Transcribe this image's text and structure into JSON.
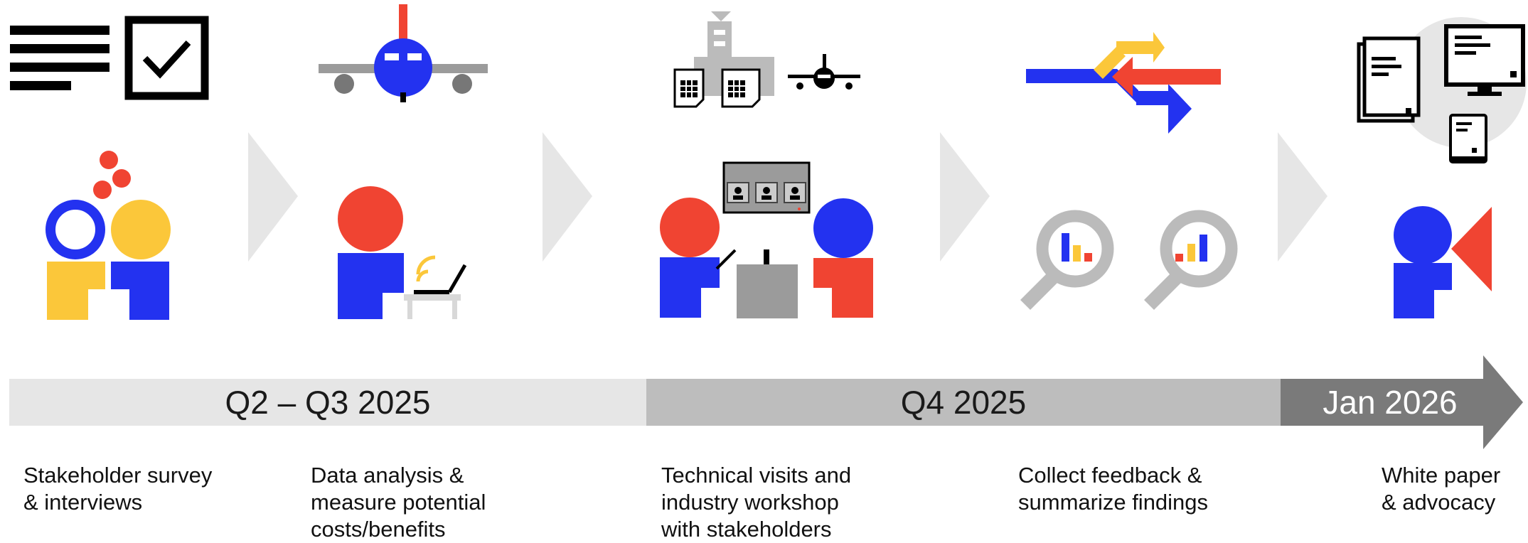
{
  "timeline": {
    "phases": [
      {
        "label": "Q2 – Q3 2025",
        "color": "#e6e6e6"
      },
      {
        "label": "Q4 2025",
        "color": "#bdbdbd"
      },
      {
        "label": "Jan 2026",
        "color": "#7a7a7a"
      }
    ]
  },
  "steps": [
    {
      "lines": [
        "Stakeholder survey",
        "& interviews"
      ],
      "icon": "survey-checklist-icon"
    },
    {
      "lines": [
        "Data analysis &",
        "measure potential",
        "costs/benefits"
      ],
      "icon": "airplane-data-icon"
    },
    {
      "lines": [
        "Technical visits and",
        "industry workshop",
        "with stakeholders"
      ],
      "icon": "workshop-visit-icon"
    },
    {
      "lines": [
        "Collect feedback &",
        "summarize findings"
      ],
      "icon": "feedback-arrows-icon"
    },
    {
      "lines": [
        "White paper",
        "& advocacy"
      ],
      "icon": "white-paper-icon"
    }
  ],
  "colors": {
    "blue": "#2332f0",
    "red": "#f04432",
    "yellow": "#fbc73a",
    "gray": "#9b9b9b",
    "light_gray": "#e6e6e6",
    "black": "#000000"
  }
}
